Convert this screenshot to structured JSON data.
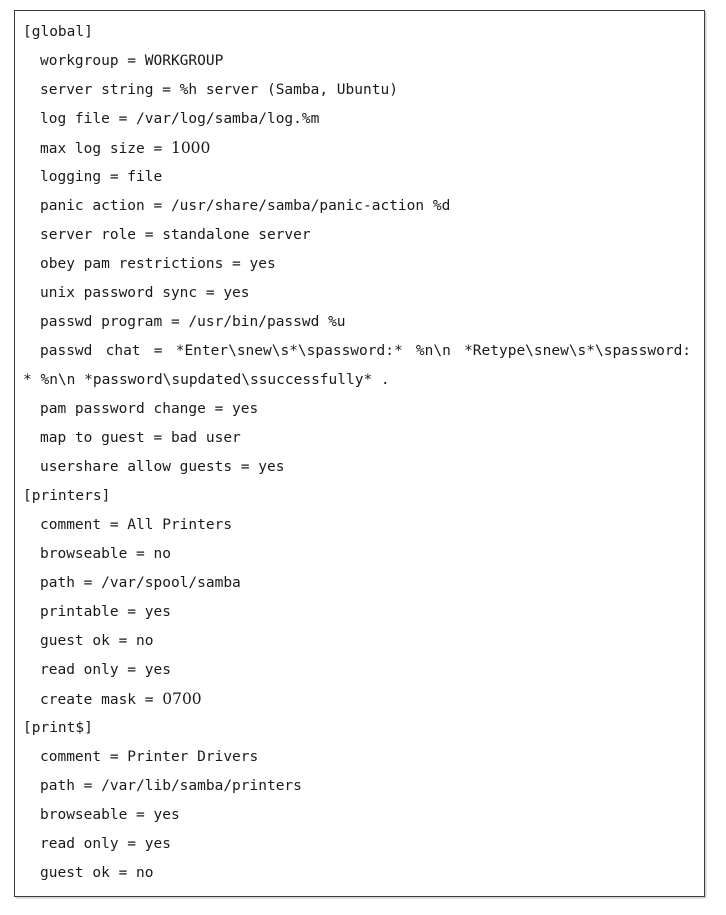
{
  "colors": {
    "background": "#ffffff",
    "border": "#3c3c3c",
    "text": "#1a1a1a"
  },
  "document": {
    "type": "samba-smb-conf-listing",
    "lines": [
      {
        "indent": 0,
        "parts": [
          {
            "text": "[global]"
          }
        ]
      },
      {
        "indent": 1,
        "parts": [
          {
            "text": "workgroup = WORKGROUP"
          }
        ]
      },
      {
        "indent": 1,
        "parts": [
          {
            "text": "server string = %h server (Samba, Ubuntu)"
          }
        ]
      },
      {
        "indent": 1,
        "parts": [
          {
            "text": "log file = /var/log/samba/log.%m"
          }
        ]
      },
      {
        "indent": 1,
        "parts": [
          {
            "text": "max log size = "
          },
          {
            "text": "1000",
            "serif": true
          }
        ]
      },
      {
        "indent": 1,
        "parts": [
          {
            "text": "logging = file"
          }
        ]
      },
      {
        "indent": 1,
        "parts": [
          {
            "text": "panic action = /usr/share/samba/panic-action %d"
          }
        ]
      },
      {
        "indent": 1,
        "parts": [
          {
            "text": "server role = standalone server"
          }
        ]
      },
      {
        "indent": 1,
        "parts": [
          {
            "text": "obey pam restrictions = yes"
          }
        ]
      },
      {
        "indent": 1,
        "parts": [
          {
            "text": "unix password sync = yes"
          }
        ]
      },
      {
        "indent": 1,
        "parts": [
          {
            "text": "passwd program = /usr/bin/passwd %u"
          }
        ]
      },
      {
        "indent": 1,
        "wide": true,
        "parts": [
          {
            "text": "passwd chat = *Enter\\snew\\s*\\spassword:* %n\\n *Retype\\snew\\s*\\spassword:"
          }
        ]
      },
      {
        "indent": 0,
        "parts": [
          {
            "text": "* %n\\n *password\\supdated\\ssuccessfully* ."
          }
        ]
      },
      {
        "indent": 1,
        "parts": [
          {
            "text": "pam password change = yes"
          }
        ]
      },
      {
        "indent": 1,
        "parts": [
          {
            "text": "map to guest = bad user"
          }
        ]
      },
      {
        "indent": 1,
        "parts": [
          {
            "text": "usershare allow guests = yes"
          }
        ]
      },
      {
        "indent": 0,
        "parts": [
          {
            "text": "[printers]"
          }
        ]
      },
      {
        "indent": 1,
        "parts": [
          {
            "text": "comment = All Printers"
          }
        ]
      },
      {
        "indent": 1,
        "parts": [
          {
            "text": "browseable = no"
          }
        ]
      },
      {
        "indent": 1,
        "parts": [
          {
            "text": "path = /var/spool/samba"
          }
        ]
      },
      {
        "indent": 1,
        "parts": [
          {
            "text": "printable = yes"
          }
        ]
      },
      {
        "indent": 1,
        "parts": [
          {
            "text": "guest ok = no"
          }
        ]
      },
      {
        "indent": 1,
        "parts": [
          {
            "text": "read only = yes"
          }
        ]
      },
      {
        "indent": 1,
        "parts": [
          {
            "text": "create mask = "
          },
          {
            "text": "0700",
            "serif": true
          }
        ]
      },
      {
        "indent": 0,
        "parts": [
          {
            "text": "[print$]"
          }
        ]
      },
      {
        "indent": 1,
        "parts": [
          {
            "text": "comment = Printer Drivers"
          }
        ]
      },
      {
        "indent": 1,
        "parts": [
          {
            "text": "path = /var/lib/samba/printers"
          }
        ]
      },
      {
        "indent": 1,
        "parts": [
          {
            "text": "browseable = yes"
          }
        ]
      },
      {
        "indent": 1,
        "parts": [
          {
            "text": "read only = yes"
          }
        ]
      },
      {
        "indent": 1,
        "parts": [
          {
            "text": "guest ok = no"
          }
        ]
      }
    ]
  }
}
